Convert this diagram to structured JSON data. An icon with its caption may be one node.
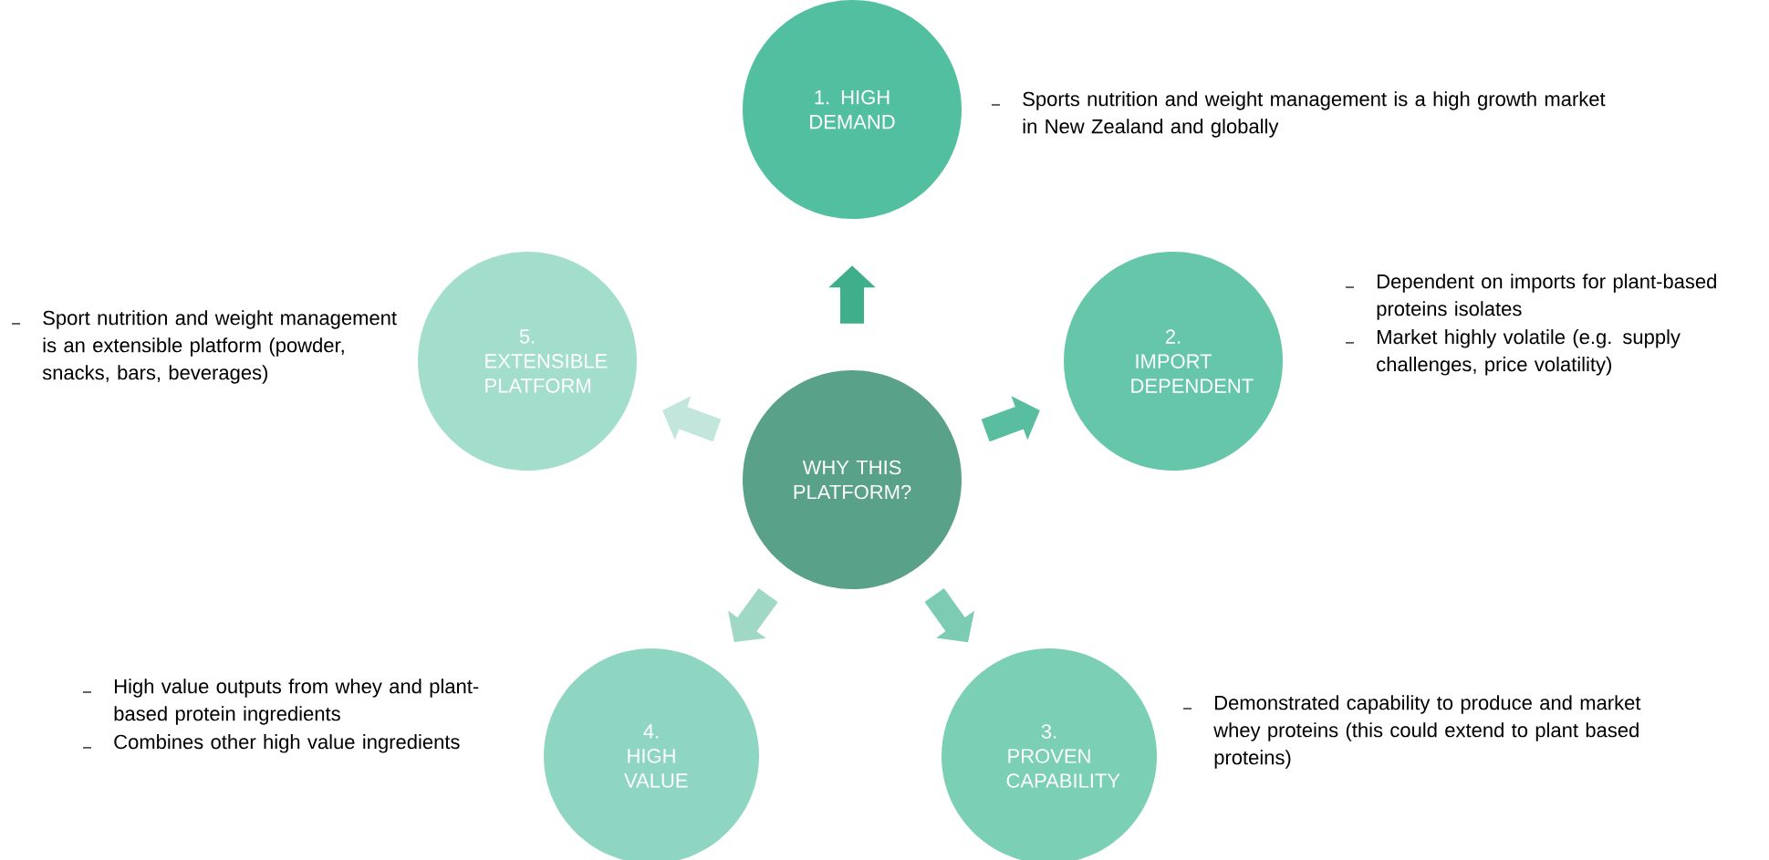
{
  "diagram": {
    "nodes": [
      {
        "text": [
          "WHY THIS PLATFORM?"
        ]
      },
      {
        "text": [
          "1. HIGH DEMAND"
        ],
        "beside": [
          "Sports nutrition and weight management is a high growth market in New Zealand and globally"
        ]
      },
      {
        "text": [
          "2. IMPORT DEPENDENT"
        ],
        "beside": [
          "Dependent on imports for plant-based proteins isolates",
          "Market highly volatile (e.g. supply challenges, price volatility)"
        ]
      },
      {
        "text": [
          "3. PROVEN CAPABILITY"
        ],
        "beside": [
          "Demonstrated capability to produce and market whey proteins (this could extend to plant based proteins)"
        ]
      },
      {
        "text": [
          "4. HIGH VALUE"
        ],
        "beside": [
          "High value outputs from whey and plant-based protein ingredients",
          "Combines other high value ingredients"
        ]
      },
      {
        "text": [
          "5. EXTENSIBLE PLATFORM"
        ],
        "beside": [
          "Sport nutrition and weight management is an extensible platform (powder, snacks, bars, beverages)"
        ]
      }
    ],
    "edges": [
      {
        "from": 0,
        "to": 1,
        "arrow": "to",
        "color": "#3fae8a"
      },
      {
        "from": 0,
        "to": 2,
        "arrow": "to",
        "color": "#58be9f"
      },
      {
        "from": 0,
        "to": 3,
        "arrow": "to",
        "color": "#7ccbb3"
      },
      {
        "from": 0,
        "to": 4,
        "arrow": "to",
        "color": "#a0d8c6"
      },
      {
        "from": 0,
        "to": 5,
        "arrow": "to",
        "color": "#c3e6dc"
      }
    ]
  }
}
